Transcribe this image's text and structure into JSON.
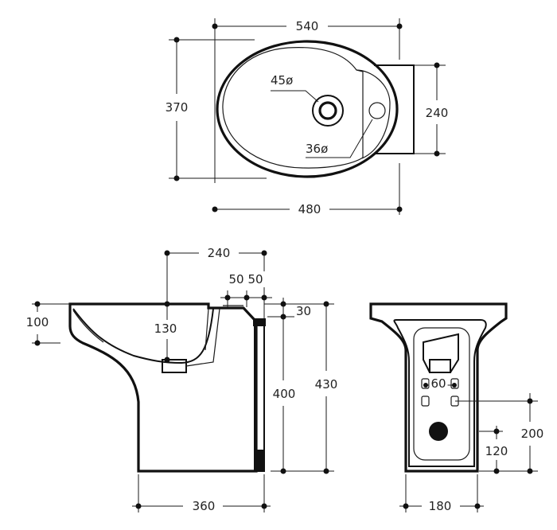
{
  "top_view": {
    "overall_width": "540",
    "depth": "370",
    "waste_diameter": "45ø",
    "tap_hole_diameter": "36ø",
    "wall_bracket": "240",
    "bowl_width": "480"
  },
  "side_view": {
    "centre_to_wall": "240",
    "wall_gap_1": "50",
    "wall_gap_2": "50",
    "bowl_depth": "100",
    "rim_thickness": "30",
    "waste_offset": "130",
    "pedestal_height": "400",
    "overall_height": "430",
    "base_depth": "360"
  },
  "rear_view": {
    "fixing_spacing": "60",
    "waste_outlet_height": "200",
    "supply_height": "120",
    "base_width": "180"
  }
}
